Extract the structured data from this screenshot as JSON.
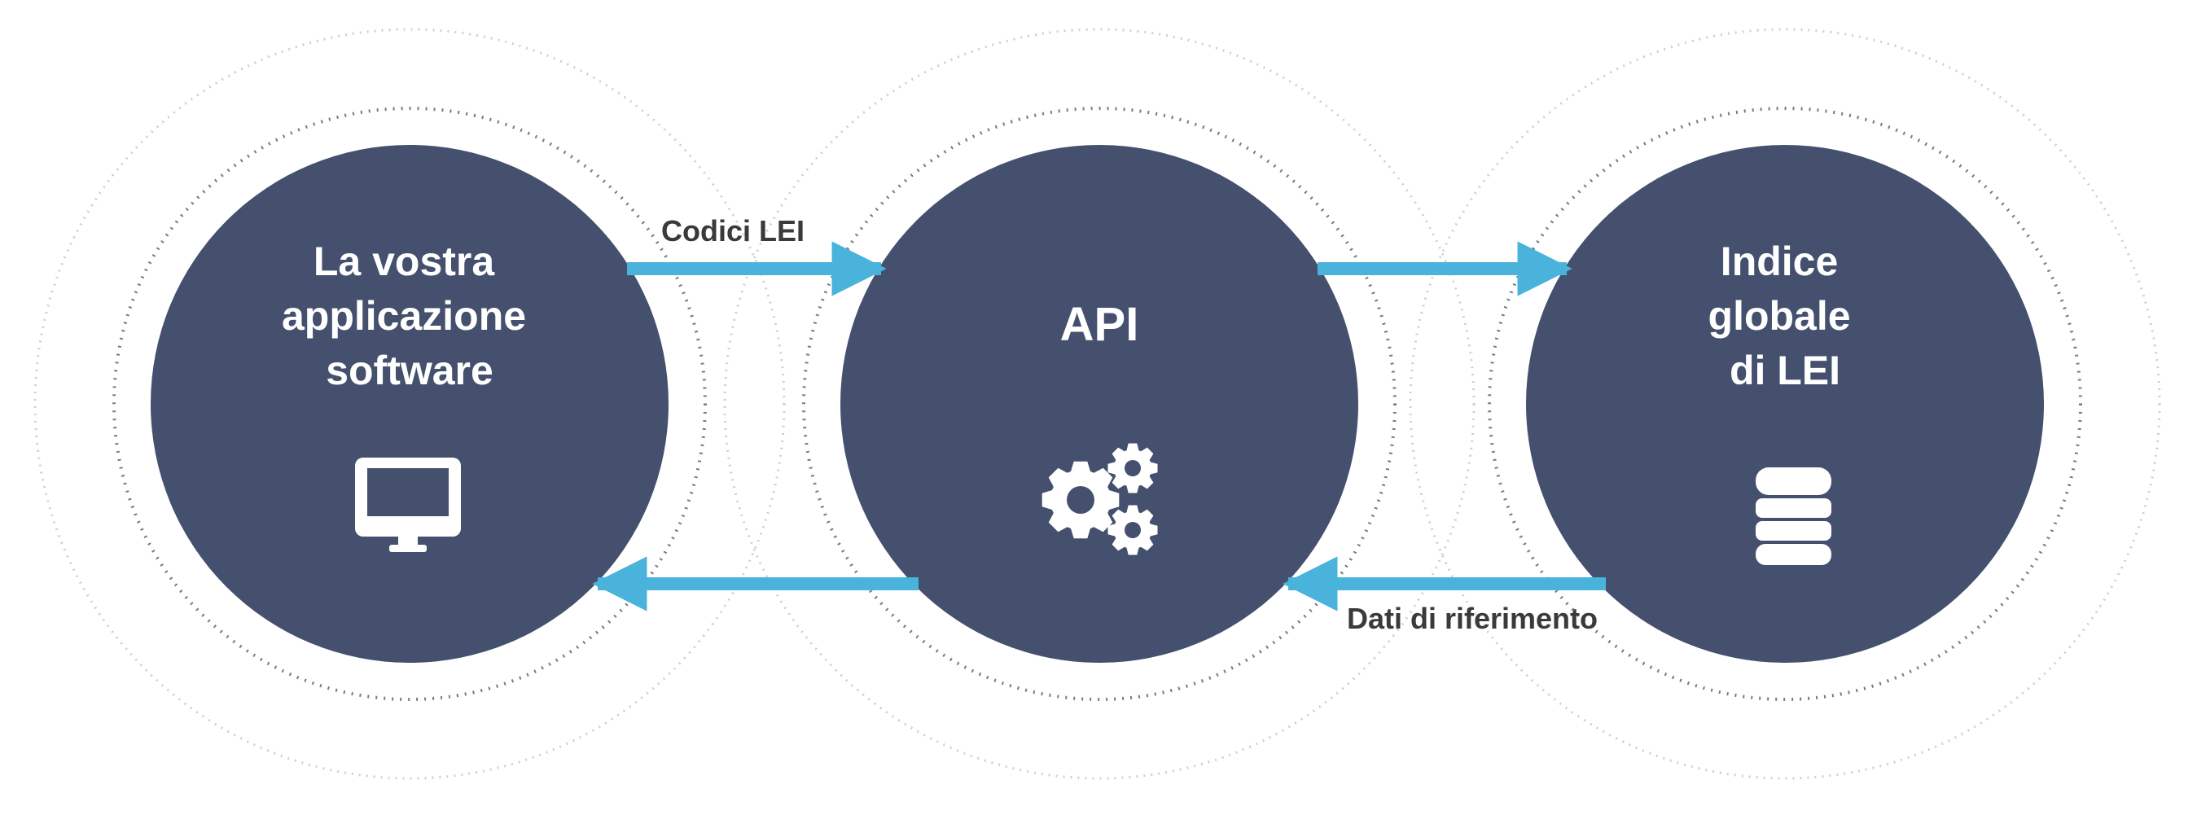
{
  "colors": {
    "node_fill": "#44506e",
    "arrow": "#49b3dc",
    "outer_ring": "#cfcfcf",
    "inner_ring": "#7a7a7a",
    "icon": "#ffffff",
    "edge_text": "#3a3a3a"
  },
  "nodes": [
    {
      "id": "software",
      "lines": [
        "La vostra",
        "applicazione",
        "software"
      ],
      "icon": "monitor-icon"
    },
    {
      "id": "api",
      "lines": [
        "API"
      ],
      "icon": "gears-icon"
    },
    {
      "id": "lei-index",
      "lines": [
        "Indice",
        "globale",
        "di LEI"
      ],
      "icon": "database-icon"
    }
  ],
  "edges": [
    {
      "from": "software",
      "to": "api",
      "label": "Codici LEI"
    },
    {
      "from": "api",
      "to": "lei-index",
      "label": ""
    },
    {
      "from": "lei-index",
      "to": "api",
      "label": "Dati di riferimento"
    },
    {
      "from": "api",
      "to": "software",
      "label": ""
    }
  ]
}
